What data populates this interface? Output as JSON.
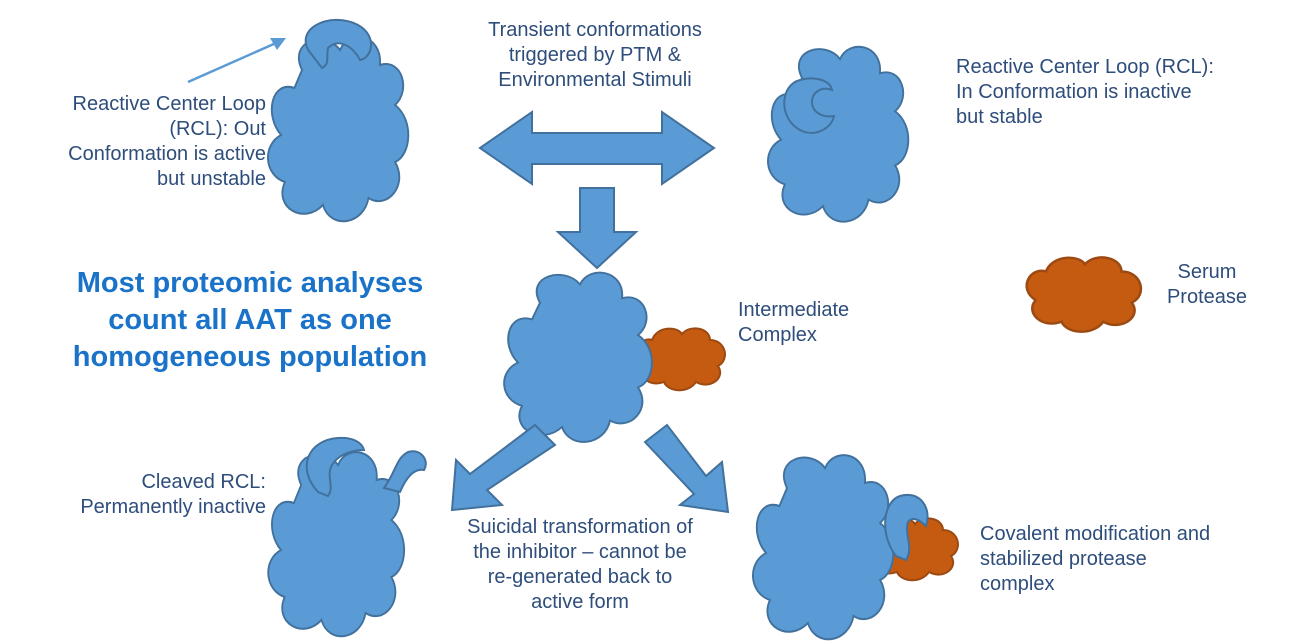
{
  "colors": {
    "protein_fill": "#5b9bd5",
    "protein_stroke": "#41719c",
    "protease_fill": "#c55a11",
    "protease_stroke": "#9c4a12",
    "headline": "#1a73c8",
    "label": "#2e4d7b"
  },
  "labels": {
    "rcl_out": "Reactive Center Loop\n(RCL): Out\nConformation is active\nbut unstable",
    "transient": "Transient conformations\ntriggered by PTM &\nEnvironmental Stimuli",
    "rcl_in": "Reactive Center Loop (RCL):\nIn Conformation is inactive\nbut stable",
    "serum_protease": "Serum\nProtease",
    "intermediate": "Intermediate\nComplex",
    "cleaved": "Cleaved RCL:\nPermanently inactive",
    "suicidal": "Suicidal transformation of\nthe inhibitor – cannot be\nre-generated back to\nactive form",
    "covalent": "Covalent modification and\nstabilized protease\ncomplex"
  },
  "headline": "Most proteomic analyses\ncount all AAT as one\nhomogeneous population"
}
